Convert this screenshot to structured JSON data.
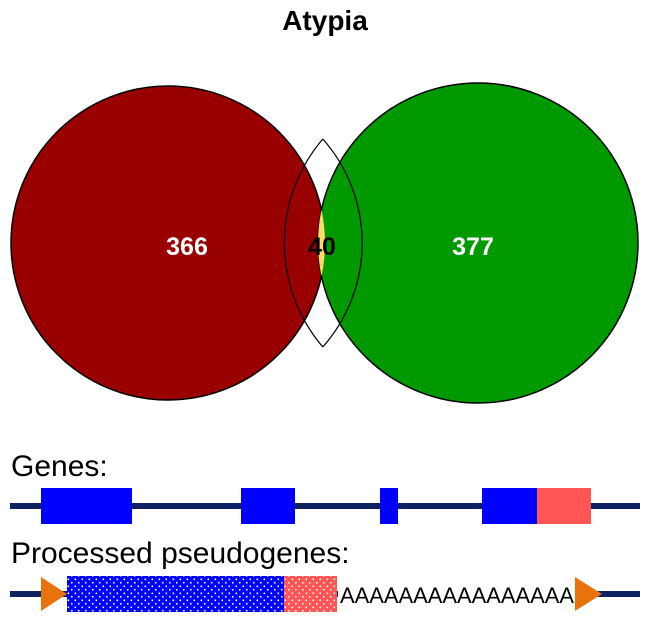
{
  "venn": {
    "title": "Atypia",
    "left_count": "366",
    "overlap_count": "40",
    "right_count": "377",
    "colors": {
      "left": "#990000",
      "right": "#009900",
      "overlap": "#ffdb66",
      "left_text": "#ffffff",
      "overlap_text": "#000000",
      "right_text": "#ffffff"
    }
  },
  "genes": {
    "label": "Genes:",
    "colors": {
      "line": "#0d2163",
      "exon": "#0000ff",
      "utr": "#ff5555"
    }
  },
  "pseudogenes": {
    "label": "Processed pseudogenes:",
    "polya_tail": "AAAAAAAAAAAAAAAA",
    "colors": {
      "line": "#0d2163",
      "exon": "#0000ff",
      "utr": "#ff5555",
      "repeat": "#e8730c"
    }
  }
}
